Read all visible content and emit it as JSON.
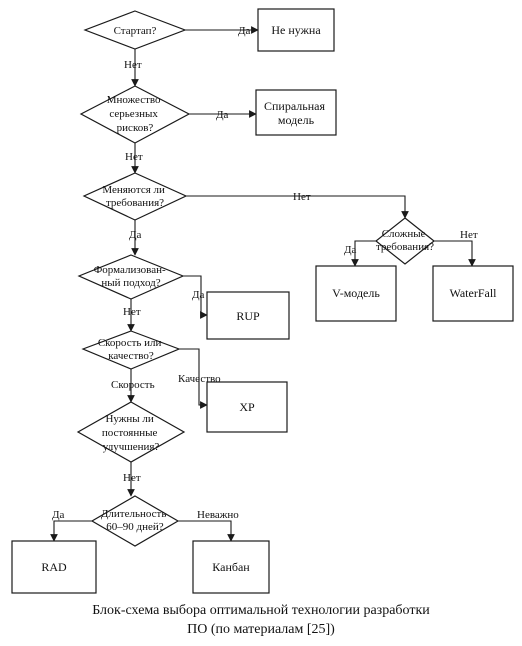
{
  "decisions": {
    "startup": [
      "Стартап?"
    ],
    "risks": [
      "Множество",
      "серьезных",
      "рисков?"
    ],
    "req_change": [
      "Меняются ли",
      "требования?"
    ],
    "complex_req": [
      "Сложные",
      "требования?"
    ],
    "formal": [
      "Формализован-",
      "ный подход?"
    ],
    "speed_quality": [
      "Скорость или",
      "качество?"
    ],
    "improvements": [
      "Нужны ли",
      "постоянные",
      "улучшения?"
    ],
    "duration": [
      "Длительность",
      "60–90 дней?"
    ]
  },
  "outcomes": {
    "not_needed": [
      "Не нужна"
    ],
    "spiral": [
      "Спиральная",
      "модель"
    ],
    "v_model": [
      "V-модель"
    ],
    "waterfall": [
      "WaterFall"
    ],
    "rup": [
      "RUP"
    ],
    "xp": [
      "XP"
    ],
    "rad": [
      "RAD"
    ],
    "kanban": [
      "Канбан"
    ]
  },
  "edge_labels": {
    "yes": "Да",
    "no": "Нет",
    "speed": "Скорость",
    "quality": "Качество",
    "irrelevant": "Неважно"
  },
  "caption": [
    "Блок-схема выбора оптимальной технологии разработки",
    "ПО (по материалам [25])"
  ]
}
